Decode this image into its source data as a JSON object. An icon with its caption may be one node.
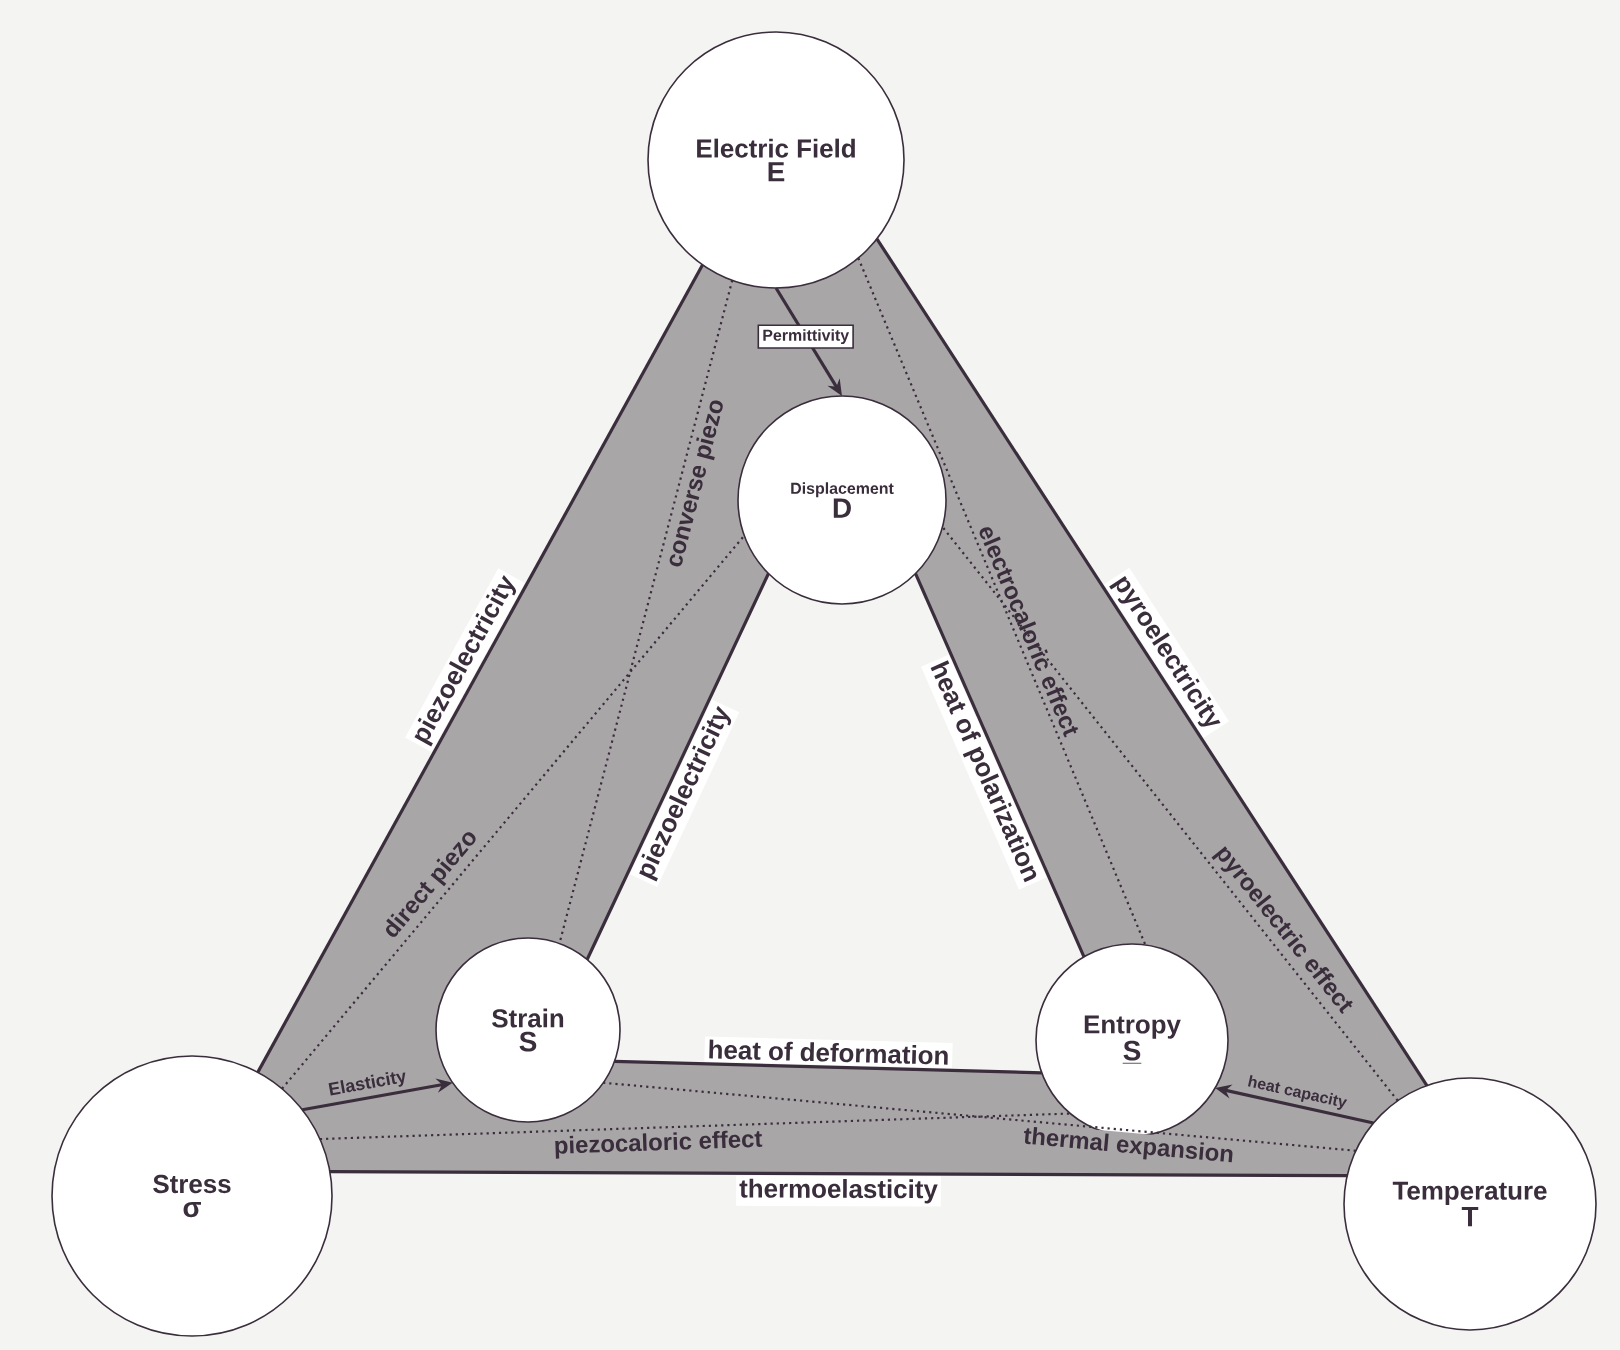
{
  "diagram": {
    "nodes": [
      {
        "text": [
          "Electric Field",
          "E"
        ]
      },
      {
        "text": [
          "Displacement",
          "D"
        ]
      },
      {
        "text": [
          "Strain",
          "S"
        ]
      },
      {
        "text": [
          "Entropy",
          "S"
        ]
      },
      {
        "text": [
          "Stress",
          "σ"
        ]
      },
      {
        "text": [
          "Temperature",
          "T"
        ]
      }
    ],
    "edges": [
      {
        "from": 4,
        "to": 0,
        "arrow": "none",
        "label": "piezoelectricity"
      },
      {
        "from": 0,
        "to": 5,
        "arrow": "none",
        "label": "pyroelectricity"
      },
      {
        "from": 4,
        "to": 5,
        "arrow": "none",
        "label": "thermoelasticity"
      },
      {
        "from": 2,
        "to": 1,
        "arrow": "none",
        "label": "piezoelectricity"
      },
      {
        "from": 1,
        "to": 3,
        "arrow": "none",
        "label": "heat of polarization"
      },
      {
        "from": 2,
        "to": 3,
        "arrow": "none",
        "label": "heat of deformation"
      },
      {
        "from": 4,
        "to": 1,
        "arrow": "none",
        "style": "dashed",
        "label": "direct piezo"
      },
      {
        "from": 0,
        "to": 2,
        "arrow": "none",
        "style": "dashed",
        "label": "converse piezo"
      },
      {
        "from": 0,
        "to": 3,
        "arrow": "none",
        "style": "dashed",
        "label": "electrocaloric effect"
      },
      {
        "from": 5,
        "to": 1,
        "arrow": "none",
        "style": "dashed",
        "label": "pyroelectric effect"
      },
      {
        "from": 4,
        "to": 3,
        "arrow": "none",
        "style": "dashed",
        "label": "piezocaloric effect"
      },
      {
        "from": 5,
        "to": 2,
        "arrow": "none",
        "style": "dashed",
        "label": "thermal expansion"
      },
      {
        "from": 0,
        "to": 1,
        "arrow": "to",
        "label": "Permittivity"
      },
      {
        "from": 4,
        "to": 2,
        "arrow": "to",
        "label": "Elasticity"
      },
      {
        "from": 5,
        "to": 3,
        "arrow": "to",
        "label": "heat capacity"
      }
    ]
  }
}
